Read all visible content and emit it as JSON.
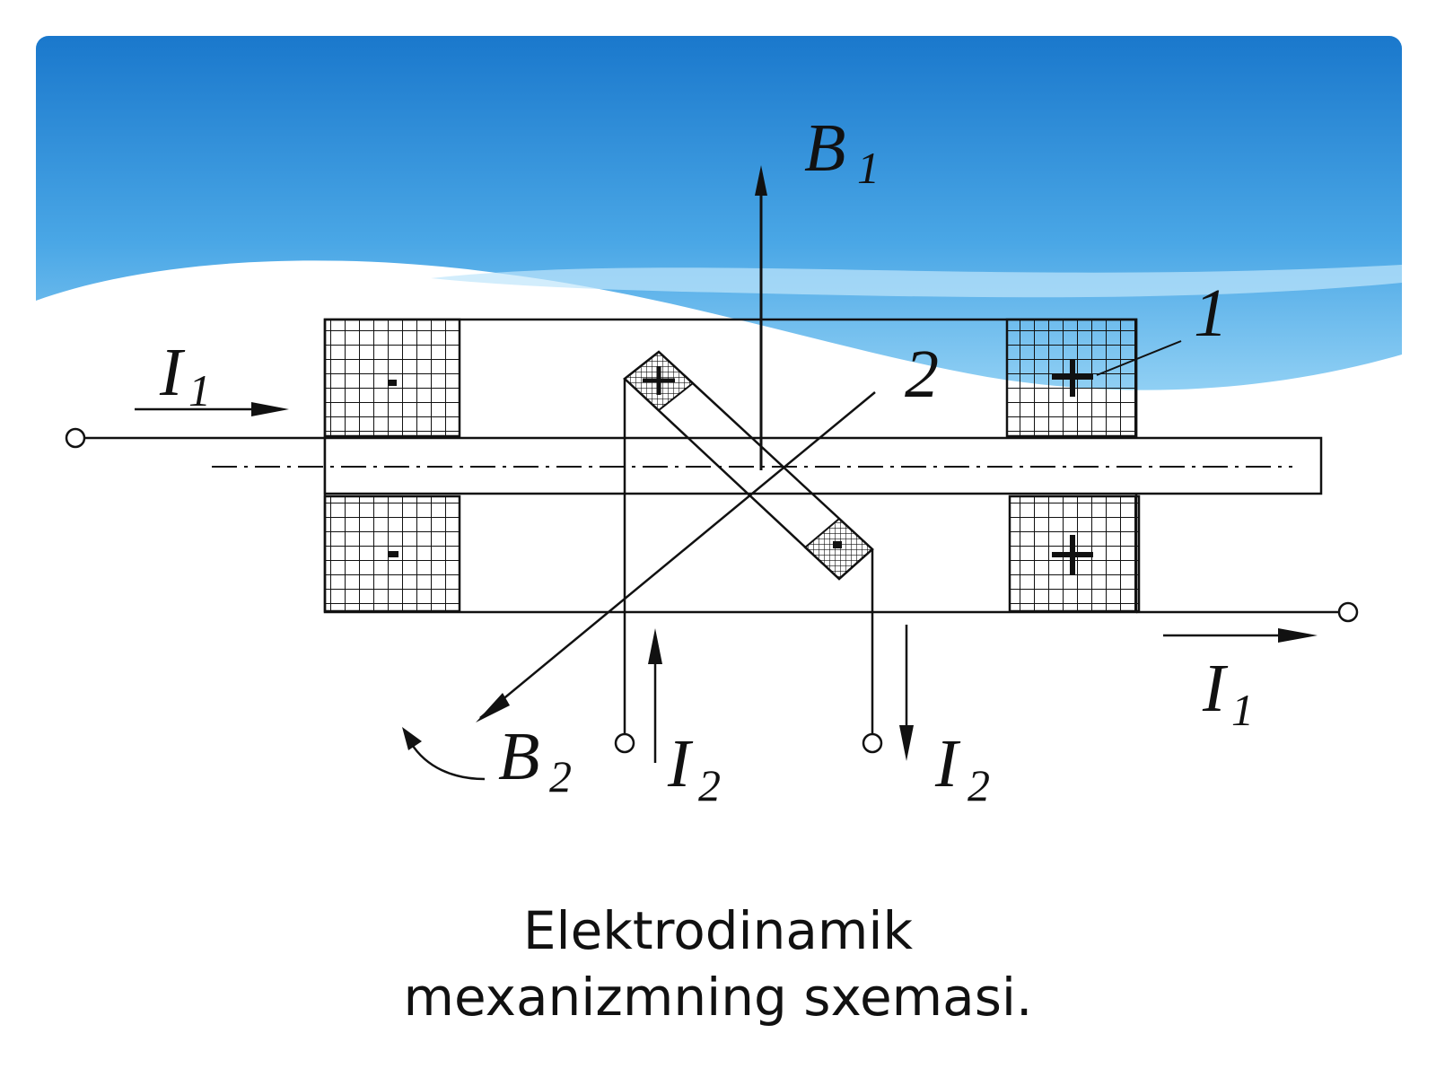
{
  "diagram": {
    "labels": {
      "b1": "B",
      "b1_sub": "1",
      "b2": "B",
      "b2_sub": "2",
      "i1_left": "I",
      "i1_left_sub": "1",
      "i1_right": "I",
      "i1_right_sub": "1",
      "i2_left": "I",
      "i2_left_sub": "2",
      "i2_right": "I",
      "i2_right_sub": "2",
      "part_1": "1",
      "part_2": "2"
    }
  },
  "caption": {
    "line1": "Elektrodinamik",
    "line2": "mexanizmning sxemasi."
  },
  "colors": {
    "sky_top": "#1f7fd0",
    "sky_bottom": "#7cc7f2",
    "line": "#111111"
  }
}
